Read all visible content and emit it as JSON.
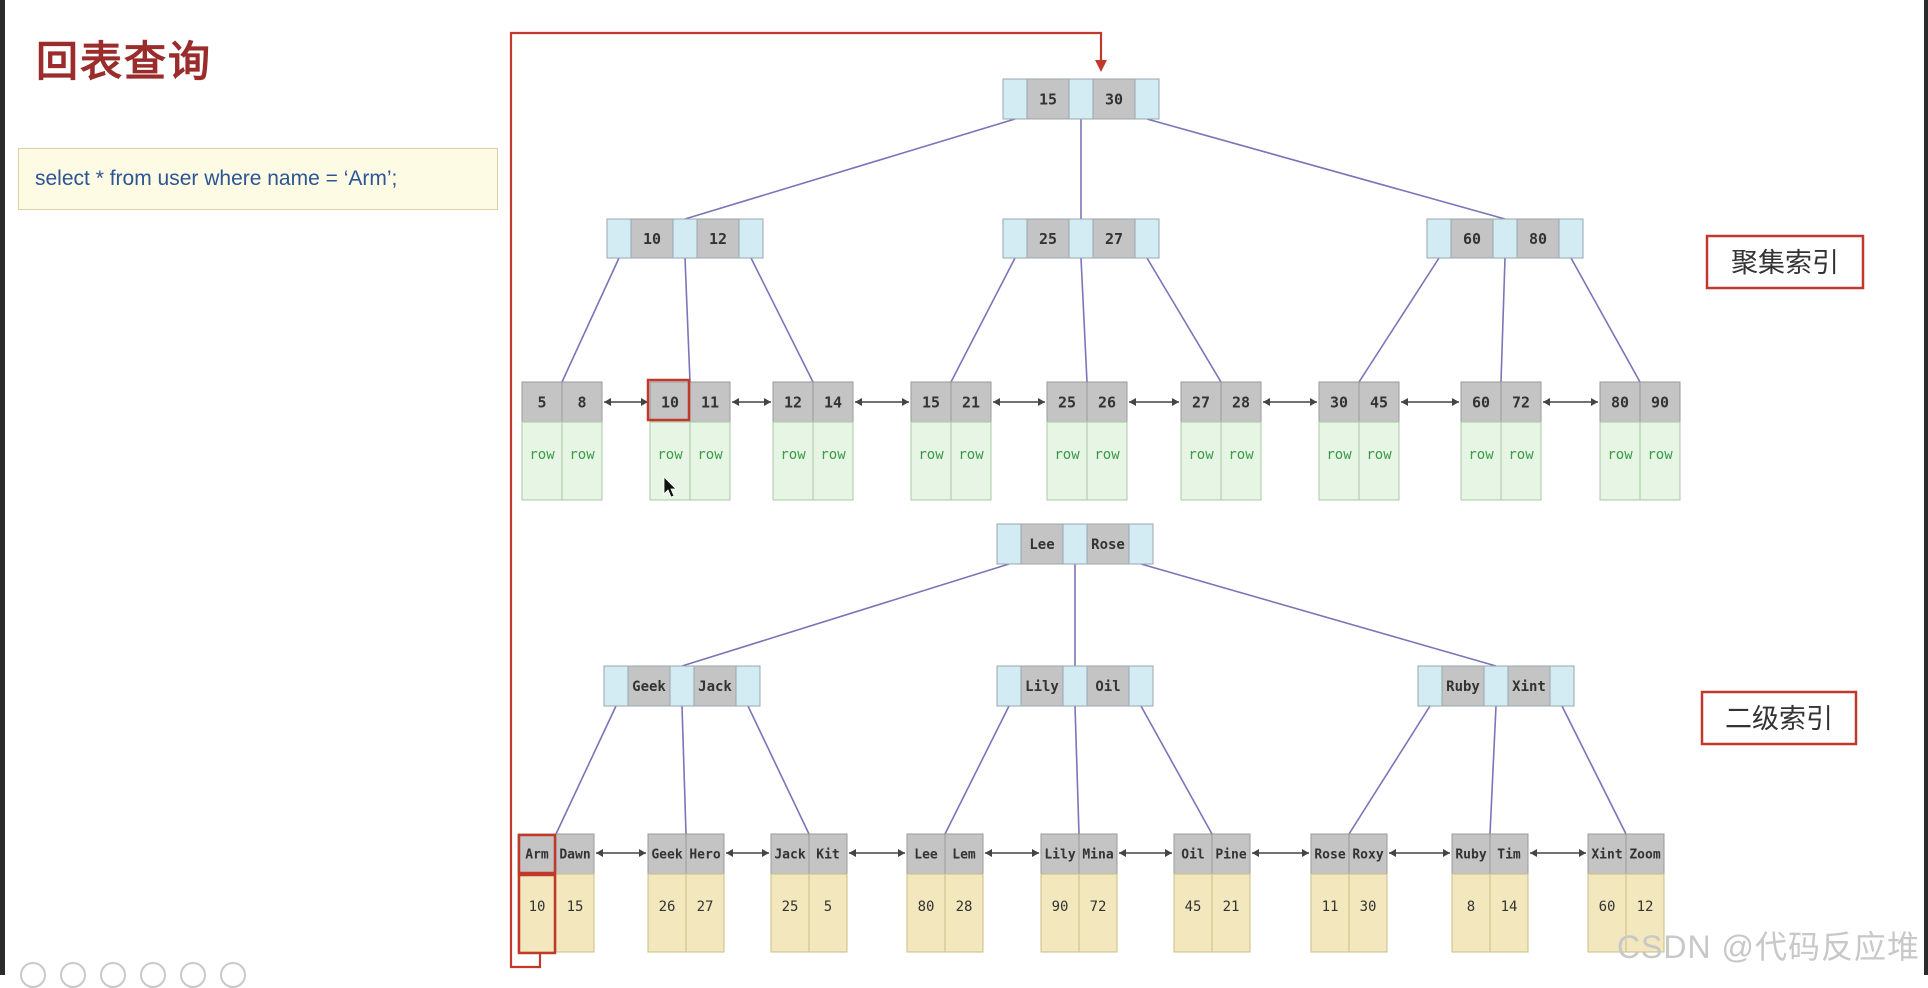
{
  "slide": {
    "title": "回表查询",
    "query": "select * from user where name = ‘Arm’;",
    "clustered_label": "聚集索引",
    "secondary_label": "二级索引",
    "watermark": "CSDN @代码反应堆"
  },
  "clustered_index": {
    "root": [
      "15",
      "30"
    ],
    "internal": [
      [
        "10",
        "12"
      ],
      [
        "25",
        "27"
      ],
      [
        "60",
        "80"
      ]
    ],
    "leaves": [
      {
        "keys": [
          "5",
          "8"
        ],
        "values": [
          "row",
          "row"
        ]
      },
      {
        "keys": [
          "10",
          "11"
        ],
        "values": [
          "row",
          "row"
        ]
      },
      {
        "keys": [
          "12",
          "14"
        ],
        "values": [
          "row",
          "row"
        ]
      },
      {
        "keys": [
          "15",
          "21"
        ],
        "values": [
          "row",
          "row"
        ]
      },
      {
        "keys": [
          "25",
          "26"
        ],
        "values": [
          "row",
          "row"
        ]
      },
      {
        "keys": [
          "27",
          "28"
        ],
        "values": [
          "row",
          "row"
        ]
      },
      {
        "keys": [
          "30",
          "45"
        ],
        "values": [
          "row",
          "row"
        ]
      },
      {
        "keys": [
          "60",
          "72"
        ],
        "values": [
          "row",
          "row"
        ]
      },
      {
        "keys": [
          "80",
          "90"
        ],
        "values": [
          "row",
          "row"
        ]
      }
    ]
  },
  "secondary_index": {
    "root": [
      "Lee",
      "Rose"
    ],
    "internal": [
      [
        "Geek",
        "Jack"
      ],
      [
        "Lily",
        "Oil"
      ],
      [
        "Ruby",
        "Xint"
      ]
    ],
    "leaves": [
      {
        "keys": [
          "Arm",
          "Dawn"
        ],
        "values": [
          "10",
          "15"
        ]
      },
      {
        "keys": [
          "Geek",
          "Hero"
        ],
        "values": [
          "26",
          "27"
        ]
      },
      {
        "keys": [
          "Jack",
          "Kit"
        ],
        "values": [
          "25",
          "5"
        ]
      },
      {
        "keys": [
          "Lee",
          "Lem"
        ],
        "values": [
          "80",
          "28"
        ]
      },
      {
        "keys": [
          "Lily",
          "Mina"
        ],
        "values": [
          "90",
          "72"
        ]
      },
      {
        "keys": [
          "Oil",
          "Pine"
        ],
        "values": [
          "45",
          "21"
        ]
      },
      {
        "keys": [
          "Rose",
          "Roxy"
        ],
        "values": [
          "11",
          "30"
        ]
      },
      {
        "keys": [
          "Ruby",
          "Tim"
        ],
        "values": [
          "8",
          "14"
        ]
      },
      {
        "keys": [
          "Xint",
          "Zoom"
        ],
        "values": [
          "60",
          "12"
        ]
      }
    ]
  },
  "colors": {
    "key_cell": "#c4c4c4",
    "pointer_cell": "#d3ebf2",
    "row_cell": "#e6f5e4",
    "row_text": "#3a9a48",
    "secondary_value_cell": "#f2e7bd",
    "edge": "#7b74b9",
    "highlight": "#c0392b"
  }
}
